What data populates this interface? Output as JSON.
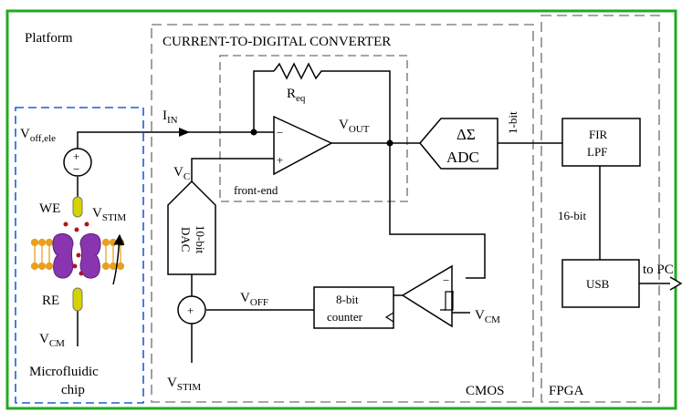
{
  "colors": {
    "platform_border": "#22aa22",
    "microfluidic_border": "#1f5fd6",
    "dashed_box": "#888888",
    "electrode": "#d4d400",
    "membrane": "#e8a020",
    "protein": "#8a35b0",
    "ion_dot": "#b01818"
  },
  "labels": {
    "platform": "Platform",
    "converter_title": "CURRENT-TO-DIGITAL CONVERTER",
    "cmos": "CMOS",
    "fpga": "FPGA",
    "front_end": "front-end",
    "microfluidic_line1": "Microfluidic",
    "microfluidic_line2": "chip",
    "v_off_ele": "V",
    "v_off_ele_sub": "off,ele",
    "i_in": "I",
    "i_in_sub": "IN",
    "r_eq": "R",
    "r_eq_sub": "eq",
    "v_out": "V",
    "v_out_sub": "OUT",
    "v_c": "V",
    "v_c_sub": "C",
    "we": "WE",
    "v_stim_cell": "V",
    "v_stim_cell_sub": "STIM",
    "re": "RE",
    "v_cm_left": "V",
    "v_cm_left_sub": "CM",
    "dac_line1": "10-bit",
    "dac_line2": "DAC",
    "v_off": "V",
    "v_off_sub": "OFF",
    "v_stim_bottom": "V",
    "v_stim_bottom_sub": "STIM",
    "counter_line1": "8-bit",
    "counter_line2": "counter",
    "v_cm_comp": "V",
    "v_cm_comp_sub": "CM",
    "adc_line1": "ΔΣ",
    "adc_line2": "ADC",
    "one_bit": "1-bit",
    "fir_line1": "FIR",
    "fir_line2": "LPF",
    "sixteen_bit": "16-bit",
    "usb": "USB",
    "to_pc": "to PC",
    "plus": "+",
    "minus": "−"
  }
}
